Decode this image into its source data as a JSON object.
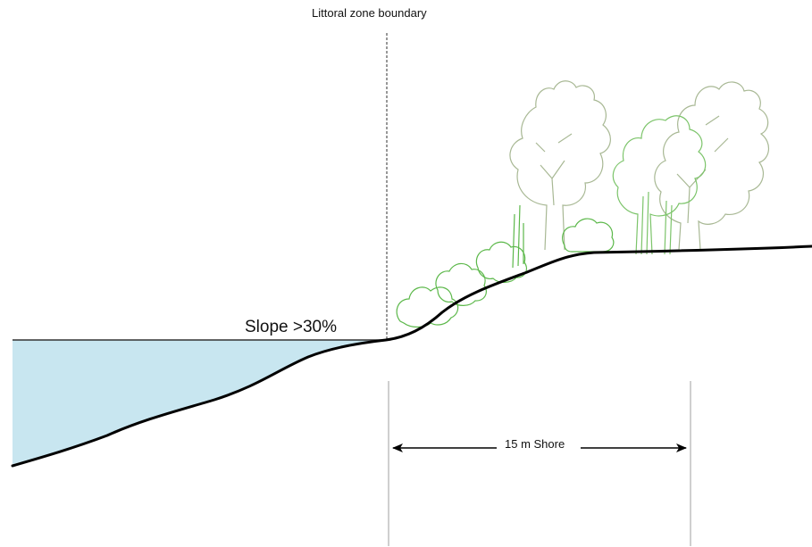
{
  "labels": {
    "boundary": "Littoral zone boundary",
    "slope": "Slope >30%",
    "shore_width": "15 m Shore"
  },
  "colors": {
    "water_fill": "#c8e6f0",
    "ground_line": "#000000",
    "boundary_line": "#777777",
    "tree_outline": "#a8b894",
    "shrub_outline": "#5cb84a",
    "shore_marker": "#cfcfcf"
  }
}
